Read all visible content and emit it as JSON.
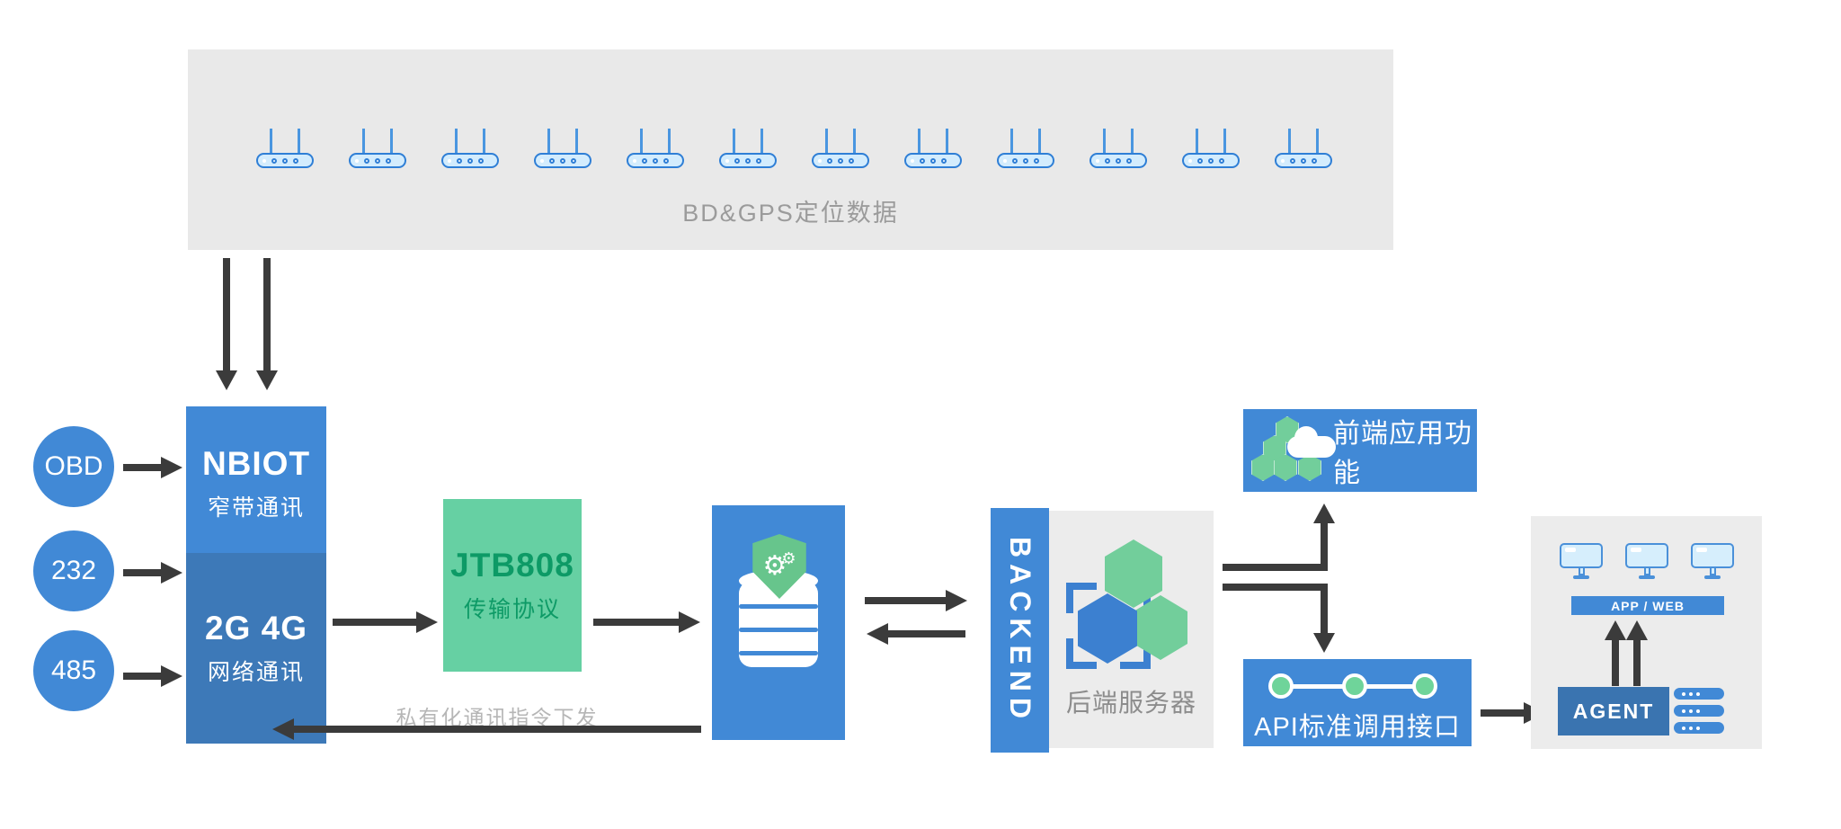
{
  "palette": {
    "blue": "#4189d6",
    "blue_dark": "#3d79b8",
    "blue_agent": "#3a74b0",
    "green": "#66d0a3",
    "green_dark": "#0d9a66",
    "icon_green": "#72ce9b",
    "arrow": "#3b3b3b",
    "banner_gray": "#e9e9e9",
    "panel_gray": "#ececec",
    "text_gray": "#9b9b9b"
  },
  "banner": {
    "caption": "BD&GPS定位数据",
    "device_count": 12
  },
  "ports": [
    {
      "label": "OBD"
    },
    {
      "label": "232"
    },
    {
      "label": "485"
    }
  ],
  "nbiot": {
    "title": "NBIOT",
    "subtitle": "窄带通讯"
  },
  "network": {
    "title": "2G 4G",
    "subtitle": "网络通讯"
  },
  "protocol": {
    "title": "JTB808",
    "subtitle": "传输协议"
  },
  "downlink": {
    "label": "私有化通讯指令下发"
  },
  "backend": {
    "vertical_label": "BACKEND",
    "server_label": "后端服务器"
  },
  "frontend": {
    "label": "前端应用功能"
  },
  "api": {
    "label": "API标准调用接口"
  },
  "client": {
    "app_web_label": "APP / WEB",
    "agent_label": "AGENT"
  }
}
